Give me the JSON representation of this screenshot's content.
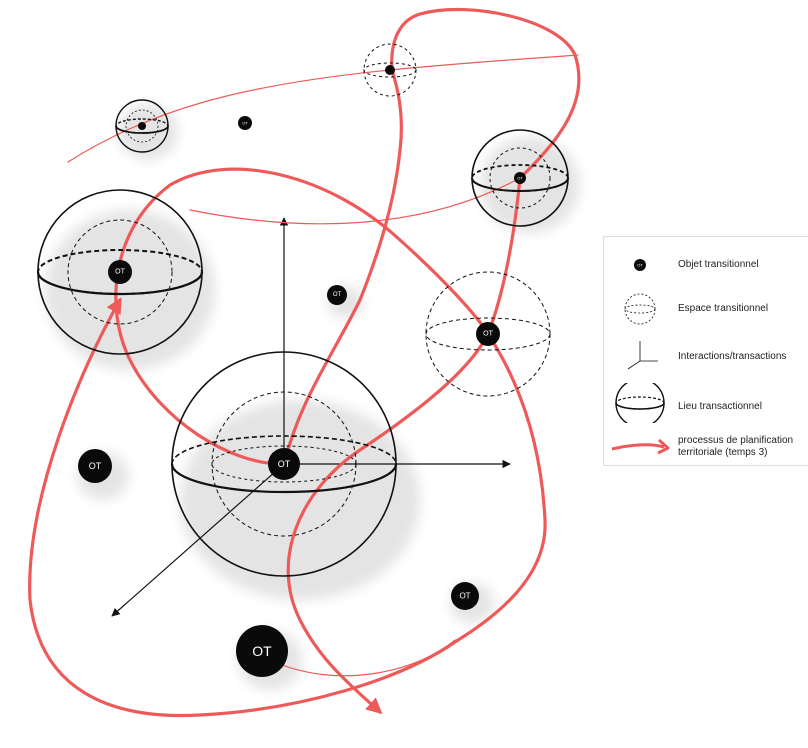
{
  "object_label": "OT",
  "colors": {
    "process": "#ee5a5a",
    "outline": "#111111",
    "object_fill": "#0a0a0a",
    "object_text": "#ffffff",
    "arrow": "#111111",
    "shadow": "#e6e6e6"
  },
  "legend": {
    "items": [
      {
        "icon": "transitional-object-icon",
        "label": "Objet transitionnel"
      },
      {
        "icon": "transitional-space-icon",
        "label": "Espace transitionnel"
      },
      {
        "icon": "interactions-axes-icon",
        "label": "Interactions/transactions"
      },
      {
        "icon": "transactional-place-icon",
        "label": "Lieu transactionnel"
      },
      {
        "icon": "planning-process-arrow-icon",
        "label": "processus de planification territoriale (temps 3)"
      }
    ]
  }
}
